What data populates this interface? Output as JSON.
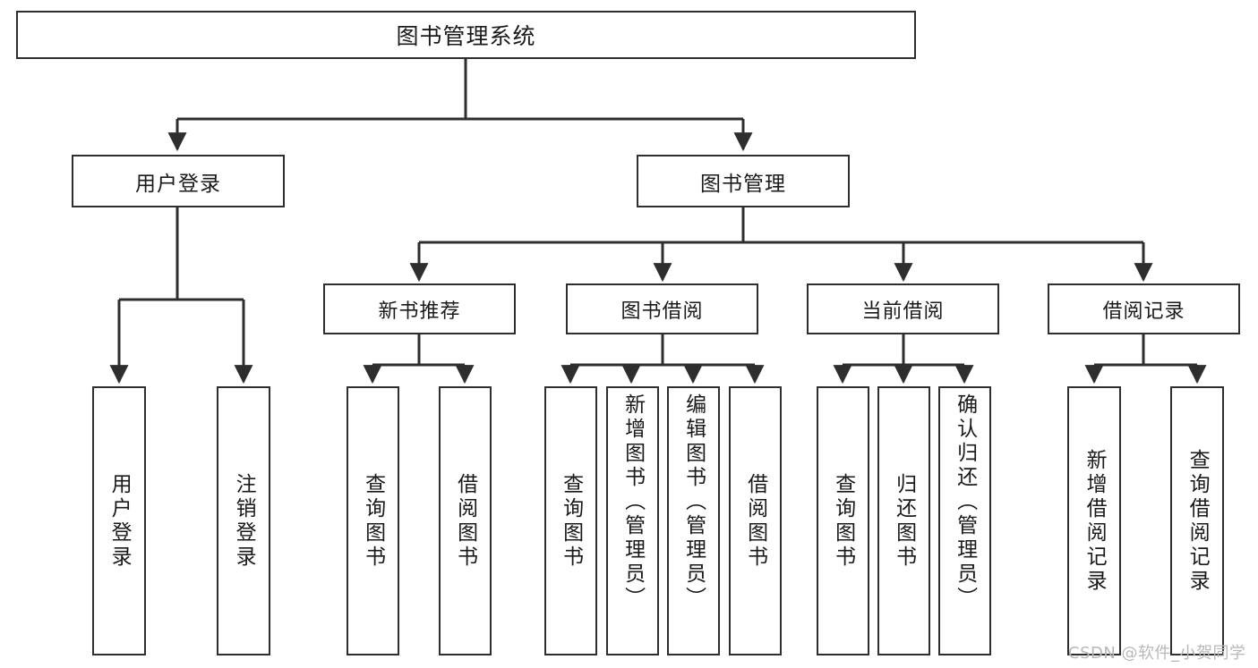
{
  "diagram": {
    "type": "tree",
    "title": "图书管理系统",
    "watermark": "CSDN @软件_小贺同学",
    "colors": {
      "box_border": "#2e2e2e",
      "box_fill": "#ffffff",
      "edge": "#2e2e2e",
      "text": "#1a1a1a",
      "watermark": "#b8b8b8",
      "background": "#ffffff"
    },
    "nodes": {
      "root": {
        "label": "图书管理系统"
      },
      "level1": [
        {
          "label": "用户登录"
        },
        {
          "label": "图书管理"
        }
      ],
      "level2": [
        {
          "label": "新书推荐"
        },
        {
          "label": "图书借阅"
        },
        {
          "label": "当前借阅"
        },
        {
          "label": "借阅记录"
        }
      ],
      "leaves": {
        "user_login": [
          {
            "label": "用户登录"
          },
          {
            "label": "注销登录"
          }
        ],
        "new_book_recommend": [
          {
            "label": "查询图书"
          },
          {
            "label": "借阅图书"
          }
        ],
        "book_borrow": [
          {
            "label": "查询图书"
          },
          {
            "label": "新增图书（管理员）"
          },
          {
            "label": "编辑图书（管理员）"
          },
          {
            "label": "借阅图书"
          }
        ],
        "current_borrow": [
          {
            "label": "查询图书"
          },
          {
            "label": "归还图书"
          },
          {
            "label": "确认归还（管理员）"
          }
        ],
        "borrow_record": [
          {
            "label": "新增借阅记录"
          },
          {
            "label": "查询借阅记录"
          }
        ]
      }
    }
  }
}
